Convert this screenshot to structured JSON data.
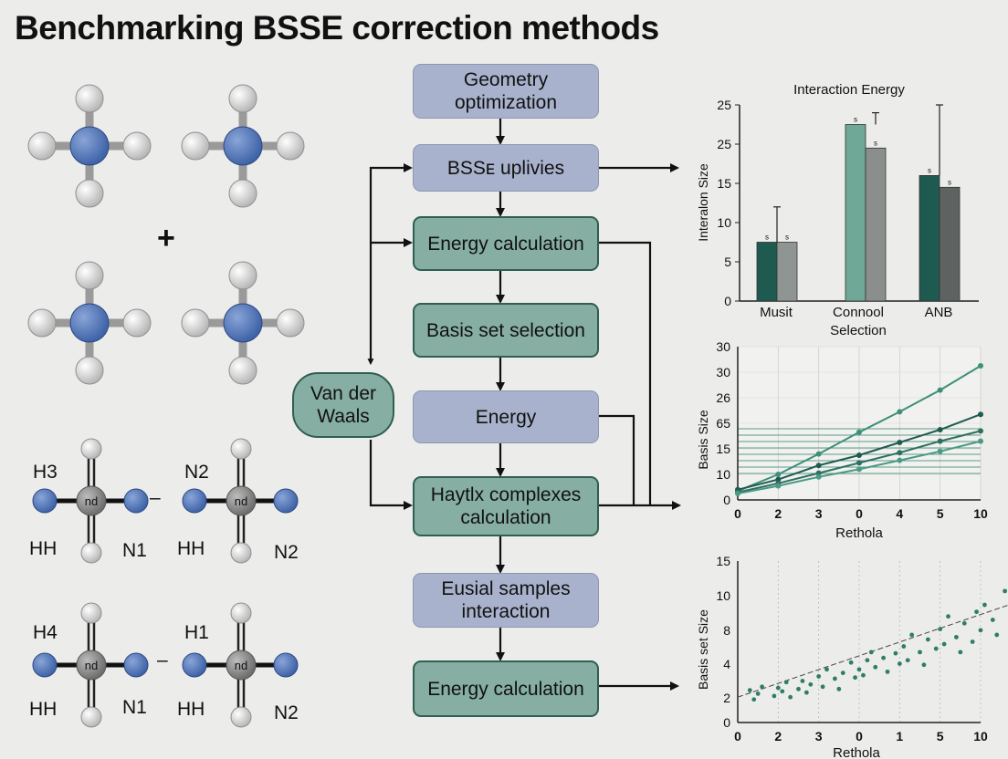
{
  "title": "Benchmarking BSSE correction methods",
  "molecules": {
    "plus": "+",
    "minus": "–",
    "node_label": "nd",
    "label_h3": "H3",
    "label_n2_top": "N2",
    "label_hh_1": "HH",
    "label_n1_1": "N1",
    "label_hh_2": "HH",
    "label_n2_2": "N2",
    "label_h4": "H4",
    "label_h1": "H1",
    "label_hh_3": "HH",
    "label_n1_2": "N1",
    "label_hh_4": "HH",
    "label_n2_3": "N2"
  },
  "flow": {
    "geometry": "Geometry optimization",
    "bsse": "BSSᴇ uplivies",
    "energy_calc_1": "Energy calculation",
    "basis_set": "Basis set selection",
    "energy": "Energy",
    "complexes": "Haytlx complexes calculation",
    "eusial": "Eusial samples interaction",
    "energy_calc_2": "Energy calculation",
    "vdw": "Van der Waals"
  },
  "colors": {
    "blue_box": "#a8b2cc",
    "green_box": "#86aea2",
    "dark_green": "#2f5e53",
    "atom_blue": "#3f64a8",
    "atom_grey": "#8a8a8a"
  },
  "chart_data": [
    {
      "type": "bar",
      "title": "Interaction Energy",
      "ylabel": "Interalon Size",
      "xlabel": "",
      "categories": [
        "Musit",
        "Connool Selection",
        "ANB"
      ],
      "y_ticks": [
        "25",
        "25",
        "15",
        "10",
        "5",
        "0"
      ],
      "ylim": [
        0,
        25
      ],
      "series": [
        {
          "values": [
            7.5,
            22.5,
            16.0
          ],
          "colors": [
            "#1f5a50",
            "#6fa896",
            "#1f5a50"
          ]
        },
        {
          "values": [
            7.5,
            19.5,
            14.5
          ],
          "colors": [
            "#8f9593",
            "#8a8f8d",
            "#5e6361"
          ]
        }
      ],
      "error_tops": [
        12.0,
        24.0,
        25.0
      ],
      "bar_labels": [
        "s",
        "s",
        "s",
        "s",
        "s",
        "s"
      ]
    },
    {
      "type": "line",
      "title": "",
      "xlabel": "Rethola",
      "ylabel": "Basis Size",
      "x_tick_labels": [
        "0",
        "2",
        "3",
        "0",
        "4",
        "5",
        "10"
      ],
      "y_tick_labels": [
        "30",
        "30",
        "26",
        "65",
        "15",
        "10",
        "0"
      ],
      "series": [
        {
          "x": [
            0,
            1,
            2,
            3,
            4,
            5,
            6
          ],
          "y": [
            0.7,
            2.0,
            3.6,
            5.3,
            6.9,
            8.6,
            10.5
          ],
          "color": "#3d8f7a"
        },
        {
          "x": [
            0,
            1,
            2,
            3,
            4,
            5,
            6
          ],
          "y": [
            0.8,
            1.6,
            2.7,
            3.5,
            4.5,
            5.5,
            6.7
          ],
          "color": "#1f5a50"
        },
        {
          "x": [
            0,
            1,
            2,
            3,
            4,
            5,
            6
          ],
          "y": [
            0.6,
            1.3,
            2.1,
            2.9,
            3.7,
            4.6,
            5.4
          ],
          "color": "#2f6f62"
        },
        {
          "x": [
            0,
            1,
            2,
            3,
            4,
            5,
            6
          ],
          "y": [
            0.5,
            1.1,
            1.8,
            2.4,
            3.1,
            3.8,
            4.6
          ],
          "color": "#4a9a84"
        }
      ]
    },
    {
      "type": "scatter",
      "title": "",
      "xlabel": "Rethola",
      "ylabel": "Basis set Size",
      "x_tick_labels": [
        "0",
        "2",
        "3",
        "0",
        "1",
        "5",
        "10"
      ],
      "y_tick_labels": [
        "15",
        "10",
        "8",
        "4",
        "2",
        "0"
      ],
      "points": [
        [
          0.3,
          2.8
        ],
        [
          0.4,
          2.0
        ],
        [
          0.5,
          2.5
        ],
        [
          0.6,
          3.1
        ],
        [
          0.9,
          2.3
        ],
        [
          1.0,
          3.0
        ],
        [
          1.1,
          2.7
        ],
        [
          1.2,
          3.5
        ],
        [
          1.3,
          2.2
        ],
        [
          1.5,
          2.9
        ],
        [
          1.6,
          3.6
        ],
        [
          1.7,
          2.6
        ],
        [
          1.8,
          3.3
        ],
        [
          2.0,
          4.0
        ],
        [
          2.1,
          3.1
        ],
        [
          2.2,
          4.6
        ],
        [
          2.4,
          3.8
        ],
        [
          2.5,
          2.9
        ],
        [
          2.6,
          4.3
        ],
        [
          2.8,
          5.2
        ],
        [
          2.9,
          3.9
        ],
        [
          3.0,
          4.6
        ],
        [
          3.1,
          4.1
        ],
        [
          3.2,
          5.4
        ],
        [
          3.3,
          6.1
        ],
        [
          3.4,
          4.8
        ],
        [
          3.6,
          5.6
        ],
        [
          3.7,
          4.4
        ],
        [
          3.9,
          6.0
        ],
        [
          4.0,
          5.1
        ],
        [
          4.1,
          6.6
        ],
        [
          4.2,
          5.4
        ],
        [
          4.3,
          7.6
        ],
        [
          4.5,
          6.1
        ],
        [
          4.6,
          5.0
        ],
        [
          4.7,
          7.2
        ],
        [
          4.9,
          6.4
        ],
        [
          5.0,
          8.1
        ],
        [
          5.1,
          6.8
        ],
        [
          5.2,
          9.2
        ],
        [
          5.4,
          7.4
        ],
        [
          5.5,
          6.1
        ],
        [
          5.6,
          8.6
        ],
        [
          5.8,
          7.0
        ],
        [
          5.9,
          9.6
        ],
        [
          6.0,
          8.0
        ],
        [
          6.1,
          10.2
        ],
        [
          6.3,
          8.9
        ],
        [
          6.4,
          7.6
        ],
        [
          6.6,
          11.4
        ]
      ],
      "trend": [
        [
          0,
          2.2
        ],
        [
          6.7,
          10.2
        ]
      ]
    }
  ]
}
